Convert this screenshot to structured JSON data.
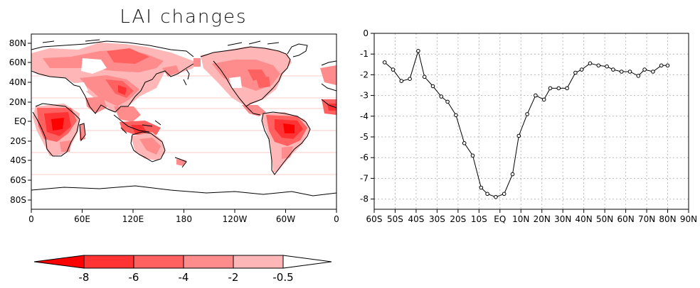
{
  "chart_data": [
    {
      "type": "heatmap",
      "title": "LAI changes",
      "x_tick_labels": [
        "0",
        "60E",
        "120E",
        "180",
        "120W",
        "60W",
        "0"
      ],
      "y_tick_labels": [
        "80N",
        "60N",
        "40N",
        "20N",
        "EQ",
        "20S",
        "40S",
        "60S",
        "80S"
      ],
      "colorbar": {
        "levels": [
          "-8",
          "-6",
          "-4",
          "-2",
          "-0.5"
        ],
        "colors": [
          "#ff0000",
          "#ff3333",
          "#ff6060",
          "#ff8c8c",
          "#ffb6b6",
          "#ffffff"
        ]
      }
    },
    {
      "type": "line",
      "title": "",
      "xlabel": "",
      "ylabel": "",
      "x_tick_labels": [
        "60S",
        "50S",
        "40S",
        "30S",
        "20S",
        "10S",
        "EQ",
        "10N",
        "20N",
        "30N",
        "40N",
        "50N",
        "60N",
        "70N",
        "80N",
        "90N"
      ],
      "y_tick_labels": [
        "0",
        "-1",
        "-2",
        "-3",
        "-4",
        "-5",
        "-6",
        "-7",
        "-8"
      ],
      "xlim": [
        -60,
        90
      ],
      "ylim": [
        -8.5,
        0
      ],
      "grid": true,
      "x": [
        -55,
        -51,
        -47,
        -43,
        -39,
        -36,
        -32,
        -28,
        -25,
        -21,
        -17,
        -13,
        -9,
        -6,
        -2,
        2,
        6,
        9,
        13,
        17,
        21,
        24,
        28,
        32,
        36,
        39,
        43,
        47,
        51,
        54,
        58,
        62,
        66,
        69,
        73,
        77,
        80
      ],
      "y": [
        -1.4,
        -1.75,
        -2.3,
        -2.2,
        -0.85,
        -2.1,
        -2.55,
        -3.05,
        -3.3,
        -3.95,
        -5.3,
        -5.9,
        -7.45,
        -7.75,
        -7.9,
        -7.75,
        -6.8,
        -4.95,
        -3.9,
        -3.0,
        -3.2,
        -2.65,
        -2.65,
        -2.65,
        -1.9,
        -1.75,
        -1.45,
        -1.55,
        -1.6,
        -1.75,
        -1.85,
        -1.85,
        -2.05,
        -1.75,
        -1.85,
        -1.55,
        -1.55
      ]
    }
  ]
}
